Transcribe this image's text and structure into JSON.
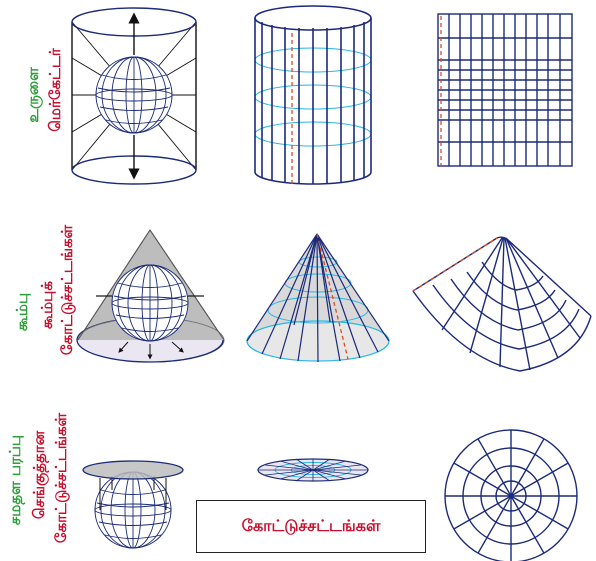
{
  "rows": [
    {
      "green_label": "உருளை",
      "red_label_lines": [
        "மெர்கேட்டர்"
      ]
    },
    {
      "green_label": "கூம்பு",
      "red_label_lines": [
        "கூம்புக்",
        "கோட்டுச்சட்டங்கள்"
      ]
    },
    {
      "green_label": "சமதள பரப்பு",
      "red_label_lines": [
        "செங்குத்தான",
        "கோட்டுச்சட்டங்கள்"
      ]
    }
  ],
  "legend": {
    "text": "கோட்டுச்சட்டங்கள்"
  },
  "colors": {
    "green": "#2e9e3a",
    "red": "#c8102e",
    "navy": "#1b2a7a",
    "cyan": "#29b6e6",
    "dashed": "#e04a1f",
    "shade": "#bdbdbd"
  }
}
